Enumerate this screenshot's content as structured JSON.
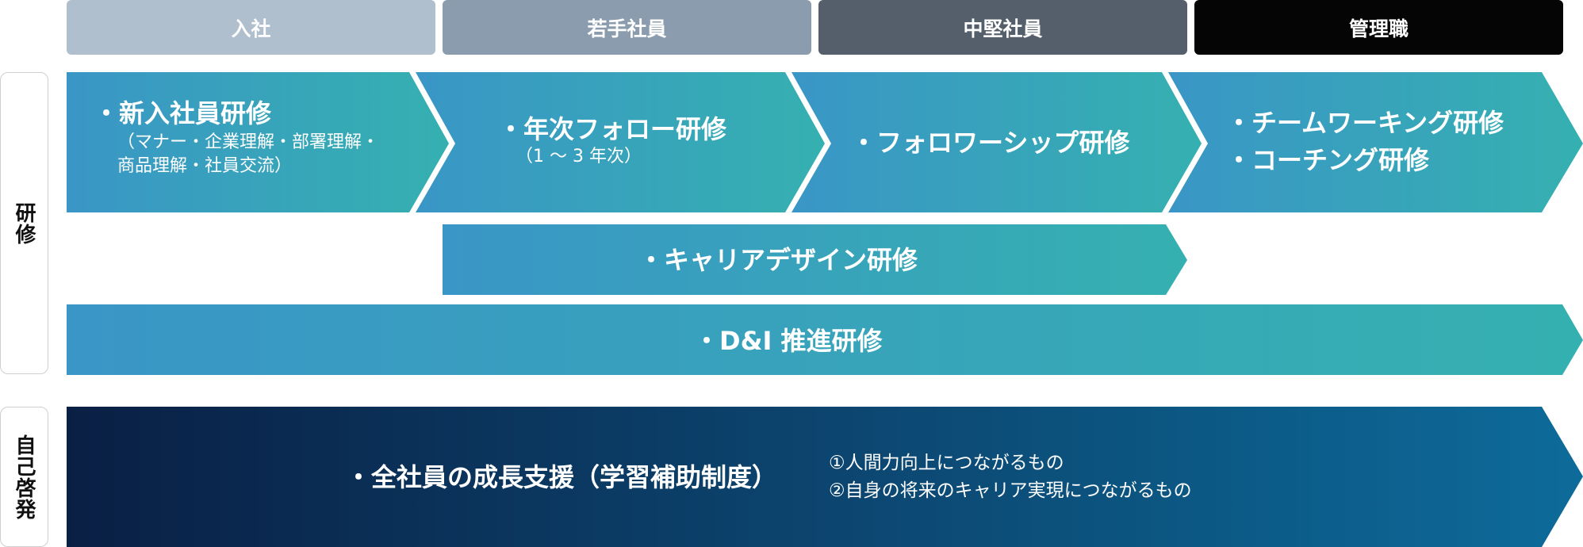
{
  "stages": [
    "入社",
    "若手社員",
    "中堅社員",
    "管理職"
  ],
  "stage_colors": [
    "#b0bfcd",
    "#8a9cad",
    "#545f6b",
    "#050505"
  ],
  "categories": {
    "training": "研修",
    "self_development": "自己啓発"
  },
  "training_blocks": [
    {
      "title": "・新入社員研修",
      "sub_lines": [
        "（マナー・企業理解・部署理解・",
        "商品理解・社員交流）"
      ]
    },
    {
      "title": "・年次フォロー研修",
      "sub_lines": [
        "（1 〜 3 年次）"
      ]
    },
    {
      "title": "・フォロワーシップ研修",
      "sub_lines": []
    },
    {
      "title_lines": [
        "・チームワーキング研修",
        "・コーチング研修"
      ]
    }
  ],
  "career_design": "・キャリアデザイン研修",
  "dni": "・D&I 推進研修",
  "self_dev": {
    "title": "・全社員の成長支援（学習補助制度）",
    "items": [
      "①人間力向上につながるもの",
      "②自身の将来のキャリア実現につながるもの"
    ]
  },
  "colors": {
    "teal_start": "#3a96c6",
    "teal_end": "#35b0b0",
    "navy_start": "#0a1f44",
    "navy_end": "#0d6b9a"
  }
}
